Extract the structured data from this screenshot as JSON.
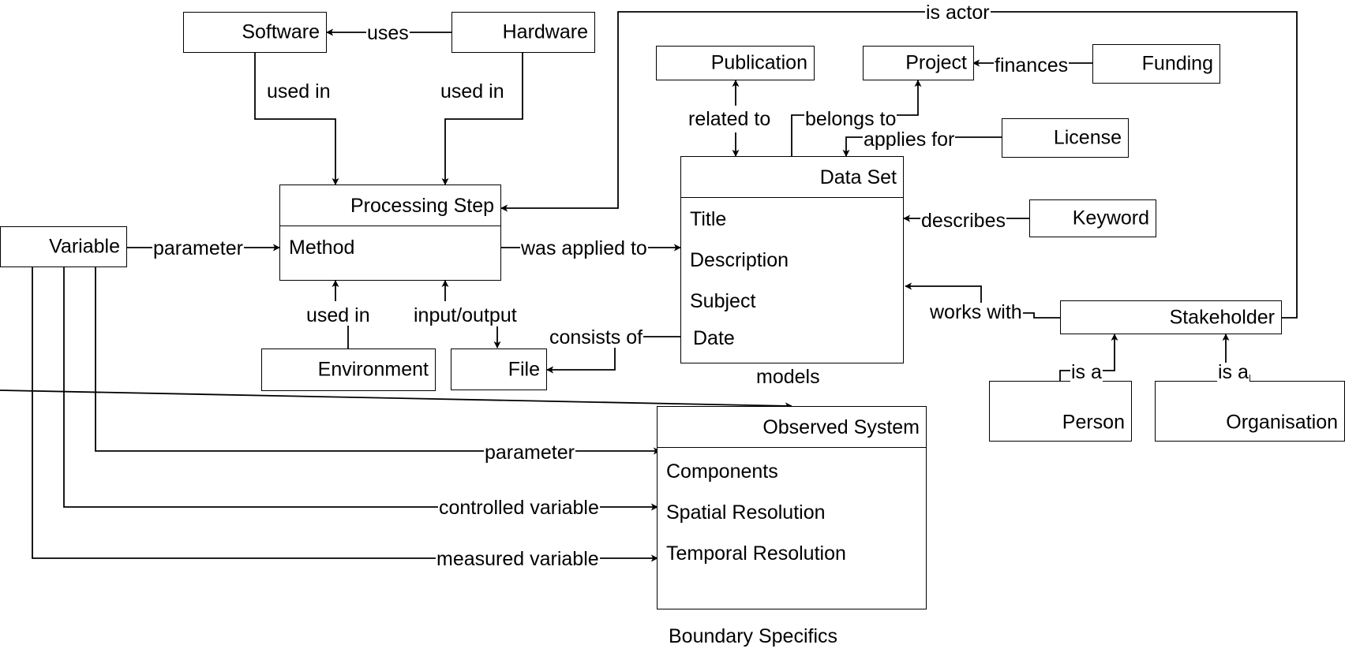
{
  "entities": {
    "software": "Software",
    "hardware": "Hardware",
    "publication": "Publication",
    "project": "Project",
    "funding": "Funding",
    "license": "License",
    "keyword": "Keyword",
    "variable": "Variable",
    "environment": "Environment",
    "file": "File",
    "stakeholder": "Stakeholder",
    "person": "Person",
    "organisation": "Organisation"
  },
  "processing_step": {
    "title": "Processing Step",
    "attributes": [
      "Method"
    ]
  },
  "data_set": {
    "title": "Data Set",
    "attributes": [
      "Title",
      "Description",
      "Subject",
      "Date"
    ]
  },
  "observed_system": {
    "title": "Observed System",
    "attributes": [
      "Components",
      "Spatial Resolution",
      "Temporal Resolution"
    ]
  },
  "relations": {
    "uses": "uses",
    "is_actor": "is actor",
    "sw_used_in": "used in",
    "hw_used_in": "used in",
    "related_to": "related to",
    "belongs_to": "belongs to",
    "finances": "finances",
    "applies_for": "applies for",
    "describes": "describes",
    "param_to_step": "parameter",
    "was_applied_to": "was applied to",
    "env_used_in": "used in",
    "input_output": "input/output",
    "consists_of": "consists of",
    "works_with": "works with",
    "person_is_a": "is a",
    "org_is_a": "is a",
    "models": "models",
    "param_to_system": "parameter",
    "controlled_variable": "controlled variable",
    "measured_variable": "measured variable"
  },
  "footer": "Boundary Specifics"
}
